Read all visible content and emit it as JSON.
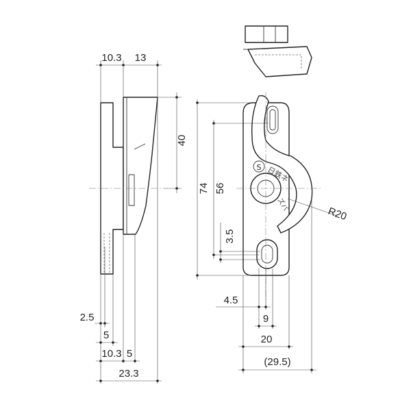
{
  "dimensions": {
    "top_left_width": "10.3",
    "top_right_width": "13",
    "side_height": "40",
    "overall_height": "74",
    "pivot_height": "56",
    "slot_offset": "3.5",
    "radius": "R20",
    "slot_half": "4.5",
    "slot_width": "9",
    "front_width": "20",
    "front_overall": "(29.5)",
    "bottom_a": "2.5",
    "bottom_b": "5",
    "bottom_c": "10.3",
    "bottom_d": "5",
    "bottom_total": "23.3"
  },
  "marking": {
    "circled_letter": "S",
    "vertical_text": "日鉄ネ",
    "lower_text": "ズバ"
  }
}
